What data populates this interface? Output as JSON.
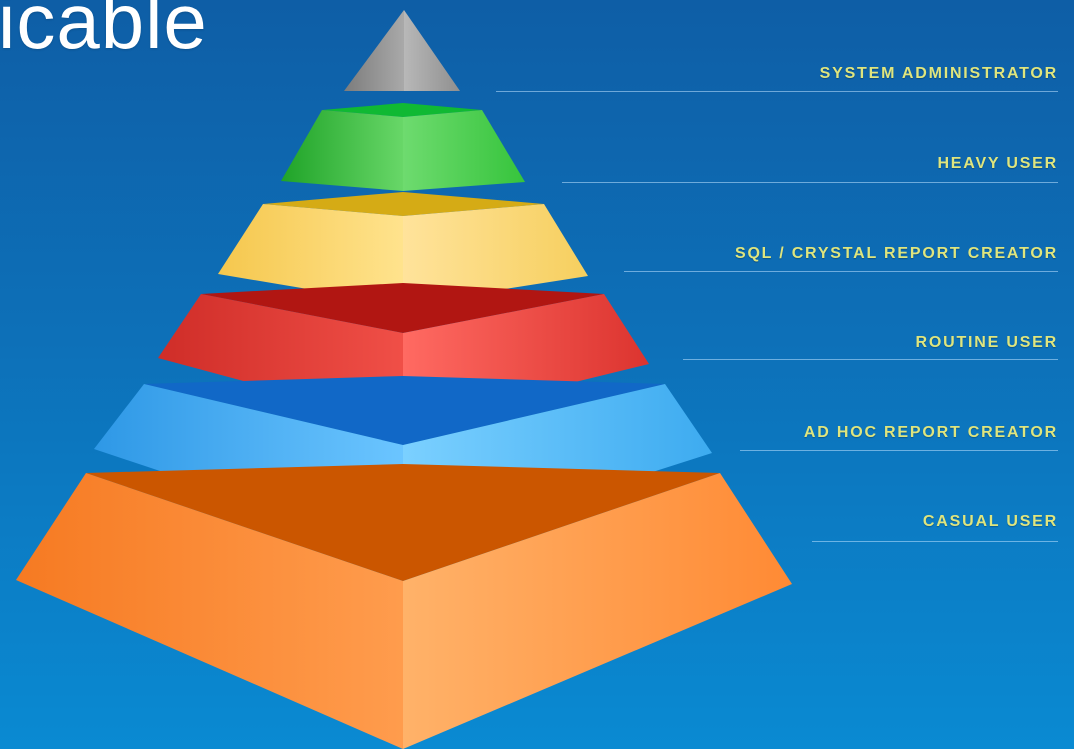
{
  "title_fragment": "icable",
  "levels": [
    {
      "label": "SYSTEM ADMINISTRATOR",
      "color": "#8e8e8e"
    },
    {
      "label": "HEAVY USER",
      "color": "#4fd14e"
    },
    {
      "label": "SQL / CRYSTAL REPORT CREATOR",
      "color": "#f7d25d"
    },
    {
      "label": "ROUTINE USER",
      "color": "#e53b34"
    },
    {
      "label": "AD HOC REPORT CREATOR",
      "color": "#43b0f2"
    },
    {
      "label": "CASUAL USER",
      "color": "#ff8a34"
    }
  ],
  "colors": {
    "background_top": "#0e5ea6",
    "background_bottom": "#0a8ad2",
    "label_text": "#dfe57e"
  }
}
